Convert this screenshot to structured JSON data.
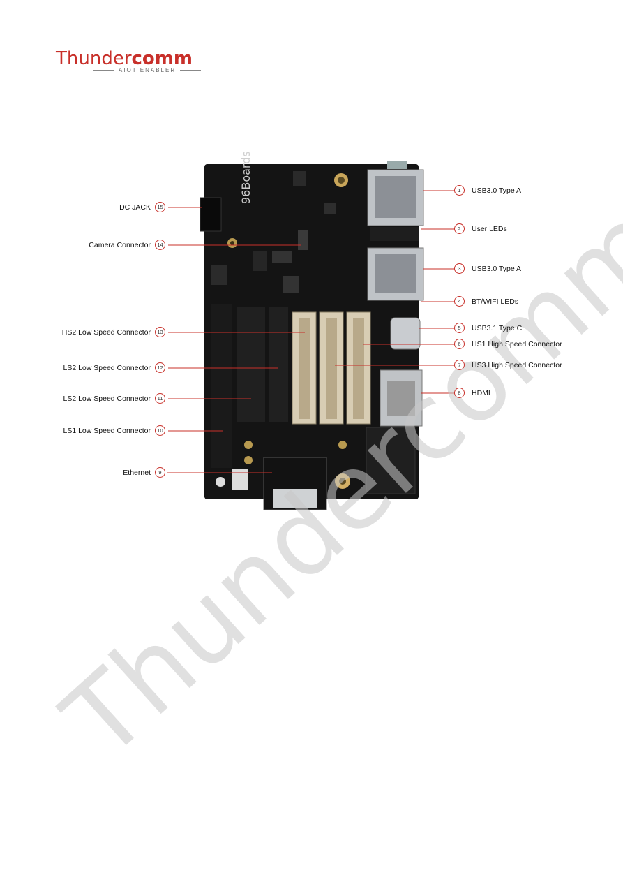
{
  "header": {
    "logo_text_regular": "Thunder",
    "logo_text_bold": "comm",
    "logo_tagline": "AIOT ENABLER"
  },
  "watermark": {
    "text": "Thundercomm"
  },
  "board": {
    "silkscreen": "96Boards"
  },
  "callouts": [
    {
      "num": "1",
      "label": "USB3.0 Type A"
    },
    {
      "num": "2",
      "label": "User LEDs"
    },
    {
      "num": "3",
      "label": "USB3.0 Type A"
    },
    {
      "num": "4",
      "label": "BT/WIFI LEDs"
    },
    {
      "num": "5",
      "label": "USB3.1 Type C"
    },
    {
      "num": "6",
      "label": "HS1 High Speed Connector"
    },
    {
      "num": "7",
      "label": "HS3 High Speed Connector"
    },
    {
      "num": "8",
      "label": "HDMI"
    },
    {
      "num": "9",
      "label": "Ethernet"
    },
    {
      "num": "10",
      "label": "LS1 Low Speed Connector"
    },
    {
      "num": "11",
      "label": "LS2 Low Speed Connector"
    },
    {
      "num": "12",
      "label": "LS2 Low Speed Connector"
    },
    {
      "num": "13",
      "label": "HS2 Low Speed Connector"
    },
    {
      "num": "14",
      "label": "Camera Connector"
    },
    {
      "num": "15",
      "label": "DC JACK"
    }
  ],
  "colors": {
    "brand": "#c8302a",
    "board": "#141414",
    "callout_line": "#c8302a"
  }
}
